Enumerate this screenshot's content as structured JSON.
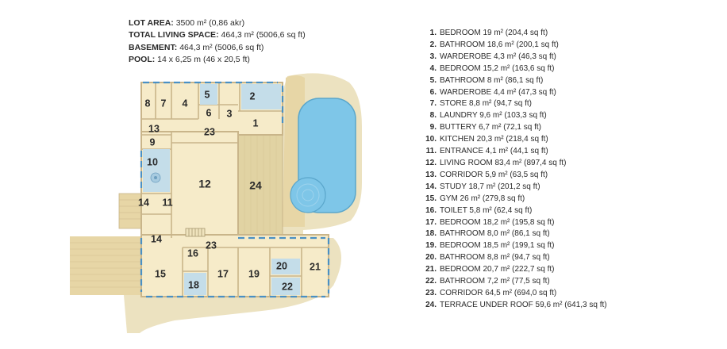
{
  "summary": [
    {
      "label": "LOT AREA:",
      "value": "3500 m² (0,86 akr)"
    },
    {
      "label": "TOTAL LIVING SPACE:",
      "value": "464,3 m² (5006,6 sq ft)"
    },
    {
      "label": "BASEMENT:",
      "value": "464,3 m² (5006,6 sq ft)"
    },
    {
      "label": "POOL:",
      "value": "14 x 6,25 m (46 x 20,5 ft)"
    }
  ],
  "legend": [
    {
      "num": "1.",
      "text": "BEDROOM 19 m² (204,4 sq ft)"
    },
    {
      "num": "2.",
      "text": "BATHROOM 18,6 m² (200,1 sq ft)"
    },
    {
      "num": "3.",
      "text": "WARDEROBE 4,3 m² (46,3 sq ft)"
    },
    {
      "num": "4.",
      "text": "BEDROOM 15,2 m² (163,6 sq ft)"
    },
    {
      "num": "5.",
      "text": "BATHROOM 8 m² (86,1 sq ft)"
    },
    {
      "num": "6.",
      "text": "WARDEROBE 4,4 m² (47,3 sq ft)"
    },
    {
      "num": "7.",
      "text": "STORE 8,8 m² (94,7 sq ft)"
    },
    {
      "num": "8.",
      "text": "LAUNDRY 9,6 m² (103,3 sq ft)"
    },
    {
      "num": "9.",
      "text": "BUTTERY 6,7 m² (72,1 sq ft)"
    },
    {
      "num": "10.",
      "text": "KITCHEN 20,3 m² (218,4 sq ft)"
    },
    {
      "num": "11.",
      "text": "ENTRANCE 4,1 m² (44,1 sq ft)"
    },
    {
      "num": "12.",
      "text": "LIVING ROOM 83,4 m² (897,4 sq ft)"
    },
    {
      "num": "13.",
      "text": "CORRIDOR 5,9 m² (63,5 sq ft)"
    },
    {
      "num": "14.",
      "text": "STUDY 18,7 m² (201,2 sq ft)"
    },
    {
      "num": "15.",
      "text": "GYM 26 m² (279,8 sq ft)"
    },
    {
      "num": "16.",
      "text": "TOILET 5,8 m² (62,4 sq ft)"
    },
    {
      "num": "17.",
      "text": "BEDROOM 18,2 m² (195,8 sq ft)"
    },
    {
      "num": "18.",
      "text": "BATHROOM 8,0 m² (86,1 sq ft)"
    },
    {
      "num": "19.",
      "text": "BEDROOM 18,5 m² (199,1 sq ft)"
    },
    {
      "num": "20.",
      "text": "BATHROOM 8,8 m² (94,7 sq ft)"
    },
    {
      "num": "21.",
      "text": "BEDROOM 20,7 m² (222,7 sq ft)"
    },
    {
      "num": "22.",
      "text": "BATHROOM 7,2 m² (77,5 sq ft)"
    },
    {
      "num": "23.",
      "text": "CORRIDOR 64,5 m² (694,0 sq ft)"
    },
    {
      "num": "24.",
      "text": "TERRACE UNDER ROOF 59,6 m² (641,3 sq ft)"
    }
  ],
  "plan_labels": {
    "r1": "1",
    "r2": "2",
    "r3": "3",
    "r4": "4",
    "r5": "5",
    "r6": "6",
    "r7": "7",
    "r8": "8",
    "r9": "9",
    "r10": "10",
    "r11": "11",
    "r12": "12",
    "r13": "13",
    "r14a": "14",
    "r14b": "14",
    "r15": "15",
    "r16": "16",
    "r17": "17",
    "r18": "18",
    "r19": "19",
    "r20": "20",
    "r21": "21",
    "r22": "22",
    "r23a": "23",
    "r23b": "23",
    "r24": "24"
  },
  "colors": {
    "floor": "#f6ebc9",
    "wood": "#e7d6a6",
    "terrace": "#e1d3a3",
    "landscape": "#ece2c0",
    "pool": "#7ec6e8",
    "wall": "#c9b58a",
    "window": "#4a90c4",
    "bath_tile": "#c4dde9"
  }
}
